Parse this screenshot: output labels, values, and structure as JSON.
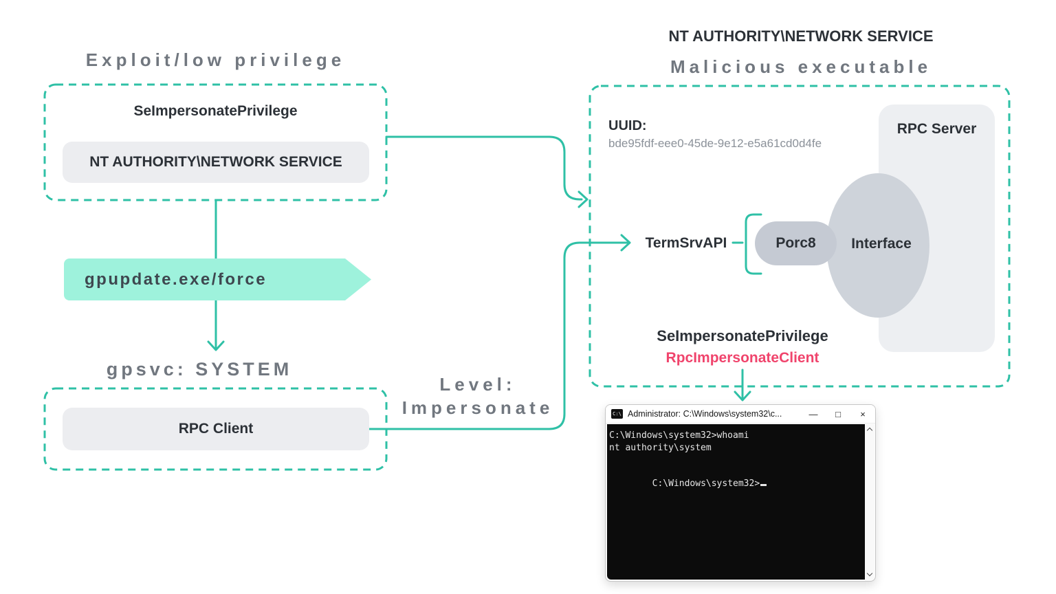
{
  "palette": {
    "teal": "#2fc0a6",
    "mint": "#9ef2dc",
    "pink": "#f0446c",
    "dark_text": "#2c3137",
    "muted_text": "#71777f",
    "uuid_text": "#8b9199",
    "pill_bg": "#ecedf0",
    "server_box_bg": "#edeff2",
    "ellipse_bg": "#ced3da",
    "porc8_bg": "#c5cad3",
    "console_bg": "#0c0c0c",
    "console_text": "#e6e6e6"
  },
  "left": {
    "title": "Exploit/low privilege",
    "box1": {
      "label": "SeImpersonatePrivilege",
      "pill": "NT AUTHORITY\\NETWORK SERVICE"
    },
    "banner": "gpupdate.exe/force",
    "gpsvc_label": "gpsvc: SYSTEM",
    "box2": {
      "pill": "RPC Client"
    }
  },
  "middle": {
    "level_line1": "Level:",
    "level_line2": "Impersonate"
  },
  "right": {
    "account": "NT AUTHORITY\\NETWORK SERVICE",
    "title": "Malicious executable",
    "uuid_label": "UUID:",
    "uuid_value": "bde95fdf-eee0-45de-9e12-e5a61cd0d4fe",
    "rpc_server_label": "RPC Server",
    "interface_label": "Interface",
    "porc8_label": "Porc8",
    "termsrv_label": "TermSrvAPI",
    "privilege_label": "SeImpersonatePrivilege",
    "api_call_label": "RpcImpersonateClient"
  },
  "terminal": {
    "icon_text": "C:\\",
    "title": "Administrator: C:\\Windows\\system32\\c...",
    "controls": {
      "minimize": "—",
      "maximize": "□",
      "close": "×"
    },
    "lines": [
      "C:\\Windows\\system32>whoami",
      "nt authority\\system",
      "",
      "C:\\Windows\\system32>"
    ]
  }
}
